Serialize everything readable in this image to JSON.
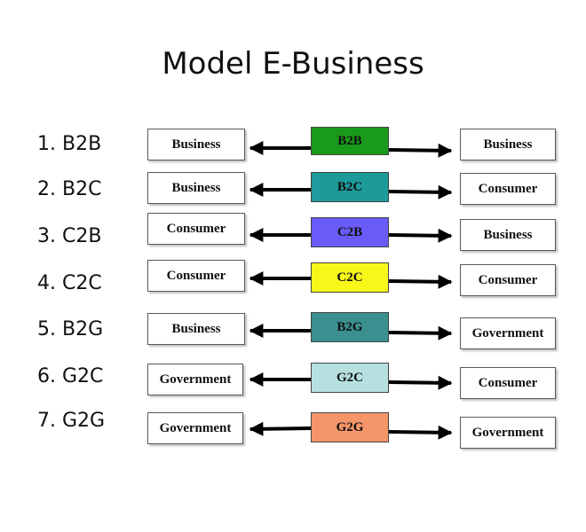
{
  "title": "Model E-Business",
  "rows": [
    {
      "num": "1.",
      "code": "B2B",
      "left": "Business",
      "mid": "B2B",
      "mid_color": "#1a9a1a",
      "right": "Business"
    },
    {
      "num": "2.",
      "code": "B2C",
      "left": "Business",
      "mid": "B2C",
      "mid_color": "#1d9a9a",
      "right": "Consumer"
    },
    {
      "num": "3.",
      "code": "C2B",
      "left": "Consumer",
      "mid": "C2B",
      "mid_color": "#6a5af8",
      "right": "Business"
    },
    {
      "num": "4.",
      "code": "C2C",
      "left": "Consumer",
      "mid": "C2C",
      "mid_color": "#f7f71a",
      "right": "Consumer"
    },
    {
      "num": "5.",
      "code": "B2G",
      "left": "Business",
      "mid": "B2G",
      "mid_color": "#3a8f8f",
      "right": "Government"
    },
    {
      "num": "6.",
      "code": "G2C",
      "left": "Government",
      "mid": "G2C",
      "mid_color": "#b6e0e0",
      "right": "Consumer"
    },
    {
      "num": "7.",
      "code": "G2G",
      "left": "Government",
      "mid": "G2G",
      "mid_color": "#f4956a",
      "right": "Government"
    }
  ]
}
